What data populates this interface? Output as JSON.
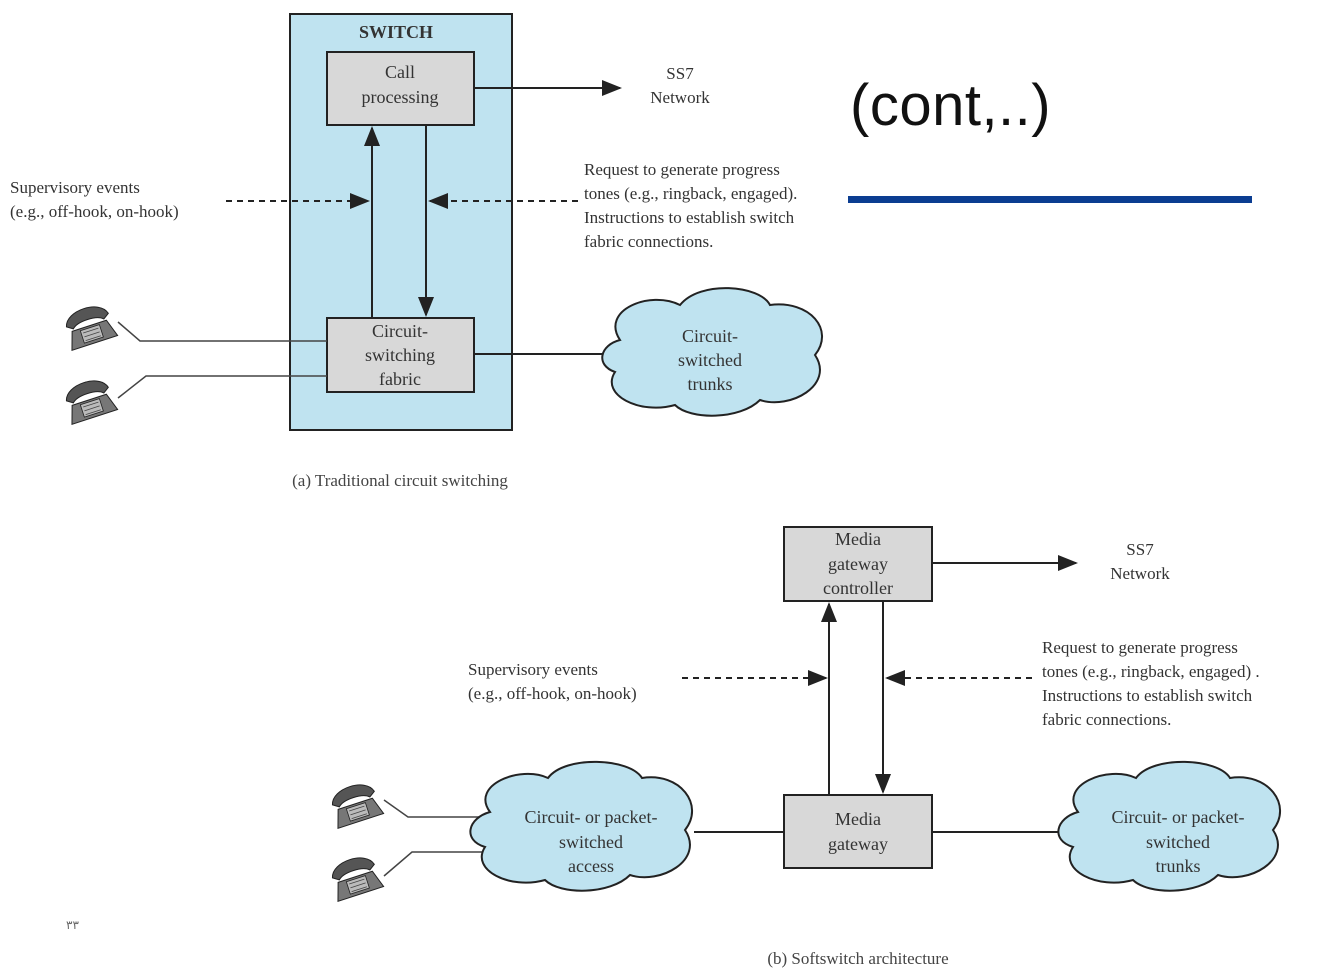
{
  "slide": {
    "title": "(cont,..)",
    "page_number": "٣٣",
    "accent_color": "#0b3d91"
  },
  "diagram_a": {
    "switch_label": "SWITCH",
    "call_processing": [
      "Call",
      "processing"
    ],
    "ss7": [
      "SS7",
      "Network"
    ],
    "supervisory": [
      "Supervisory events",
      "(e.g., off-hook, on-hook)"
    ],
    "request": [
      "Request to generate progress",
      "tones (e.g., ringback, engaged).",
      "Instructions to establish switch",
      "fabric connections."
    ],
    "fabric": [
      "Circuit-",
      "switching",
      "fabric"
    ],
    "trunks": [
      "Circuit-",
      "switched",
      "trunks"
    ],
    "caption": "(a) Traditional circuit switching"
  },
  "diagram_b": {
    "mgc": [
      "Media",
      "gateway",
      "controller"
    ],
    "ss7": [
      "SS7",
      "Network"
    ],
    "supervisory": [
      "Supervisory events",
      "(e.g., off-hook, on-hook)"
    ],
    "request": [
      "Request to generate progress",
      "tones (e.g., ringback, engaged) .",
      "Instructions to establish switch",
      "fabric connections."
    ],
    "access": [
      "Circuit- or packet-",
      "switched",
      "access"
    ],
    "media_gateway": [
      "Media",
      "gateway"
    ],
    "trunks": [
      "Circuit- or packet-",
      "switched",
      "trunks"
    ],
    "caption": "(b) Softswitch architecture"
  },
  "colors": {
    "switch_fill": "#bfe3f0",
    "box_fill": "#d8d8d8",
    "cloud_fill": "#bfe3f0",
    "line": "#222222"
  }
}
